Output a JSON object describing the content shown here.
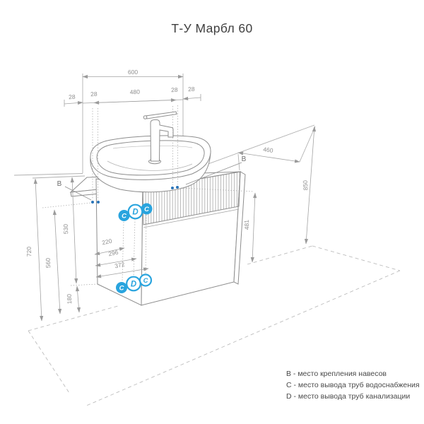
{
  "title": "Т-У Марбл 60",
  "dims": {
    "width": "600",
    "inner_width": "480",
    "edge_offset": "28",
    "depth": "460",
    "wall_height": "850",
    "outlet_height": "481",
    "total_left": "720",
    "hanger_height": "560",
    "cabinet_height": "530",
    "floor_clearance": "180",
    "m1": "220",
    "m2": "296",
    "m3": "372"
  },
  "markers": {
    "bracket": "В",
    "water": "C",
    "drain": "D"
  },
  "legend": [
    "В - место крепления навесов",
    "С - место вывода труб водоснабжения",
    "D - место вывода труб канализации"
  ],
  "colors": {
    "accent_cyan": "#29a4de",
    "mount_dot_blue": "#2a74b8",
    "object_line": "#909090",
    "dimension_line": "#a3a3a3",
    "text_dark": "#3f3f3f"
  }
}
